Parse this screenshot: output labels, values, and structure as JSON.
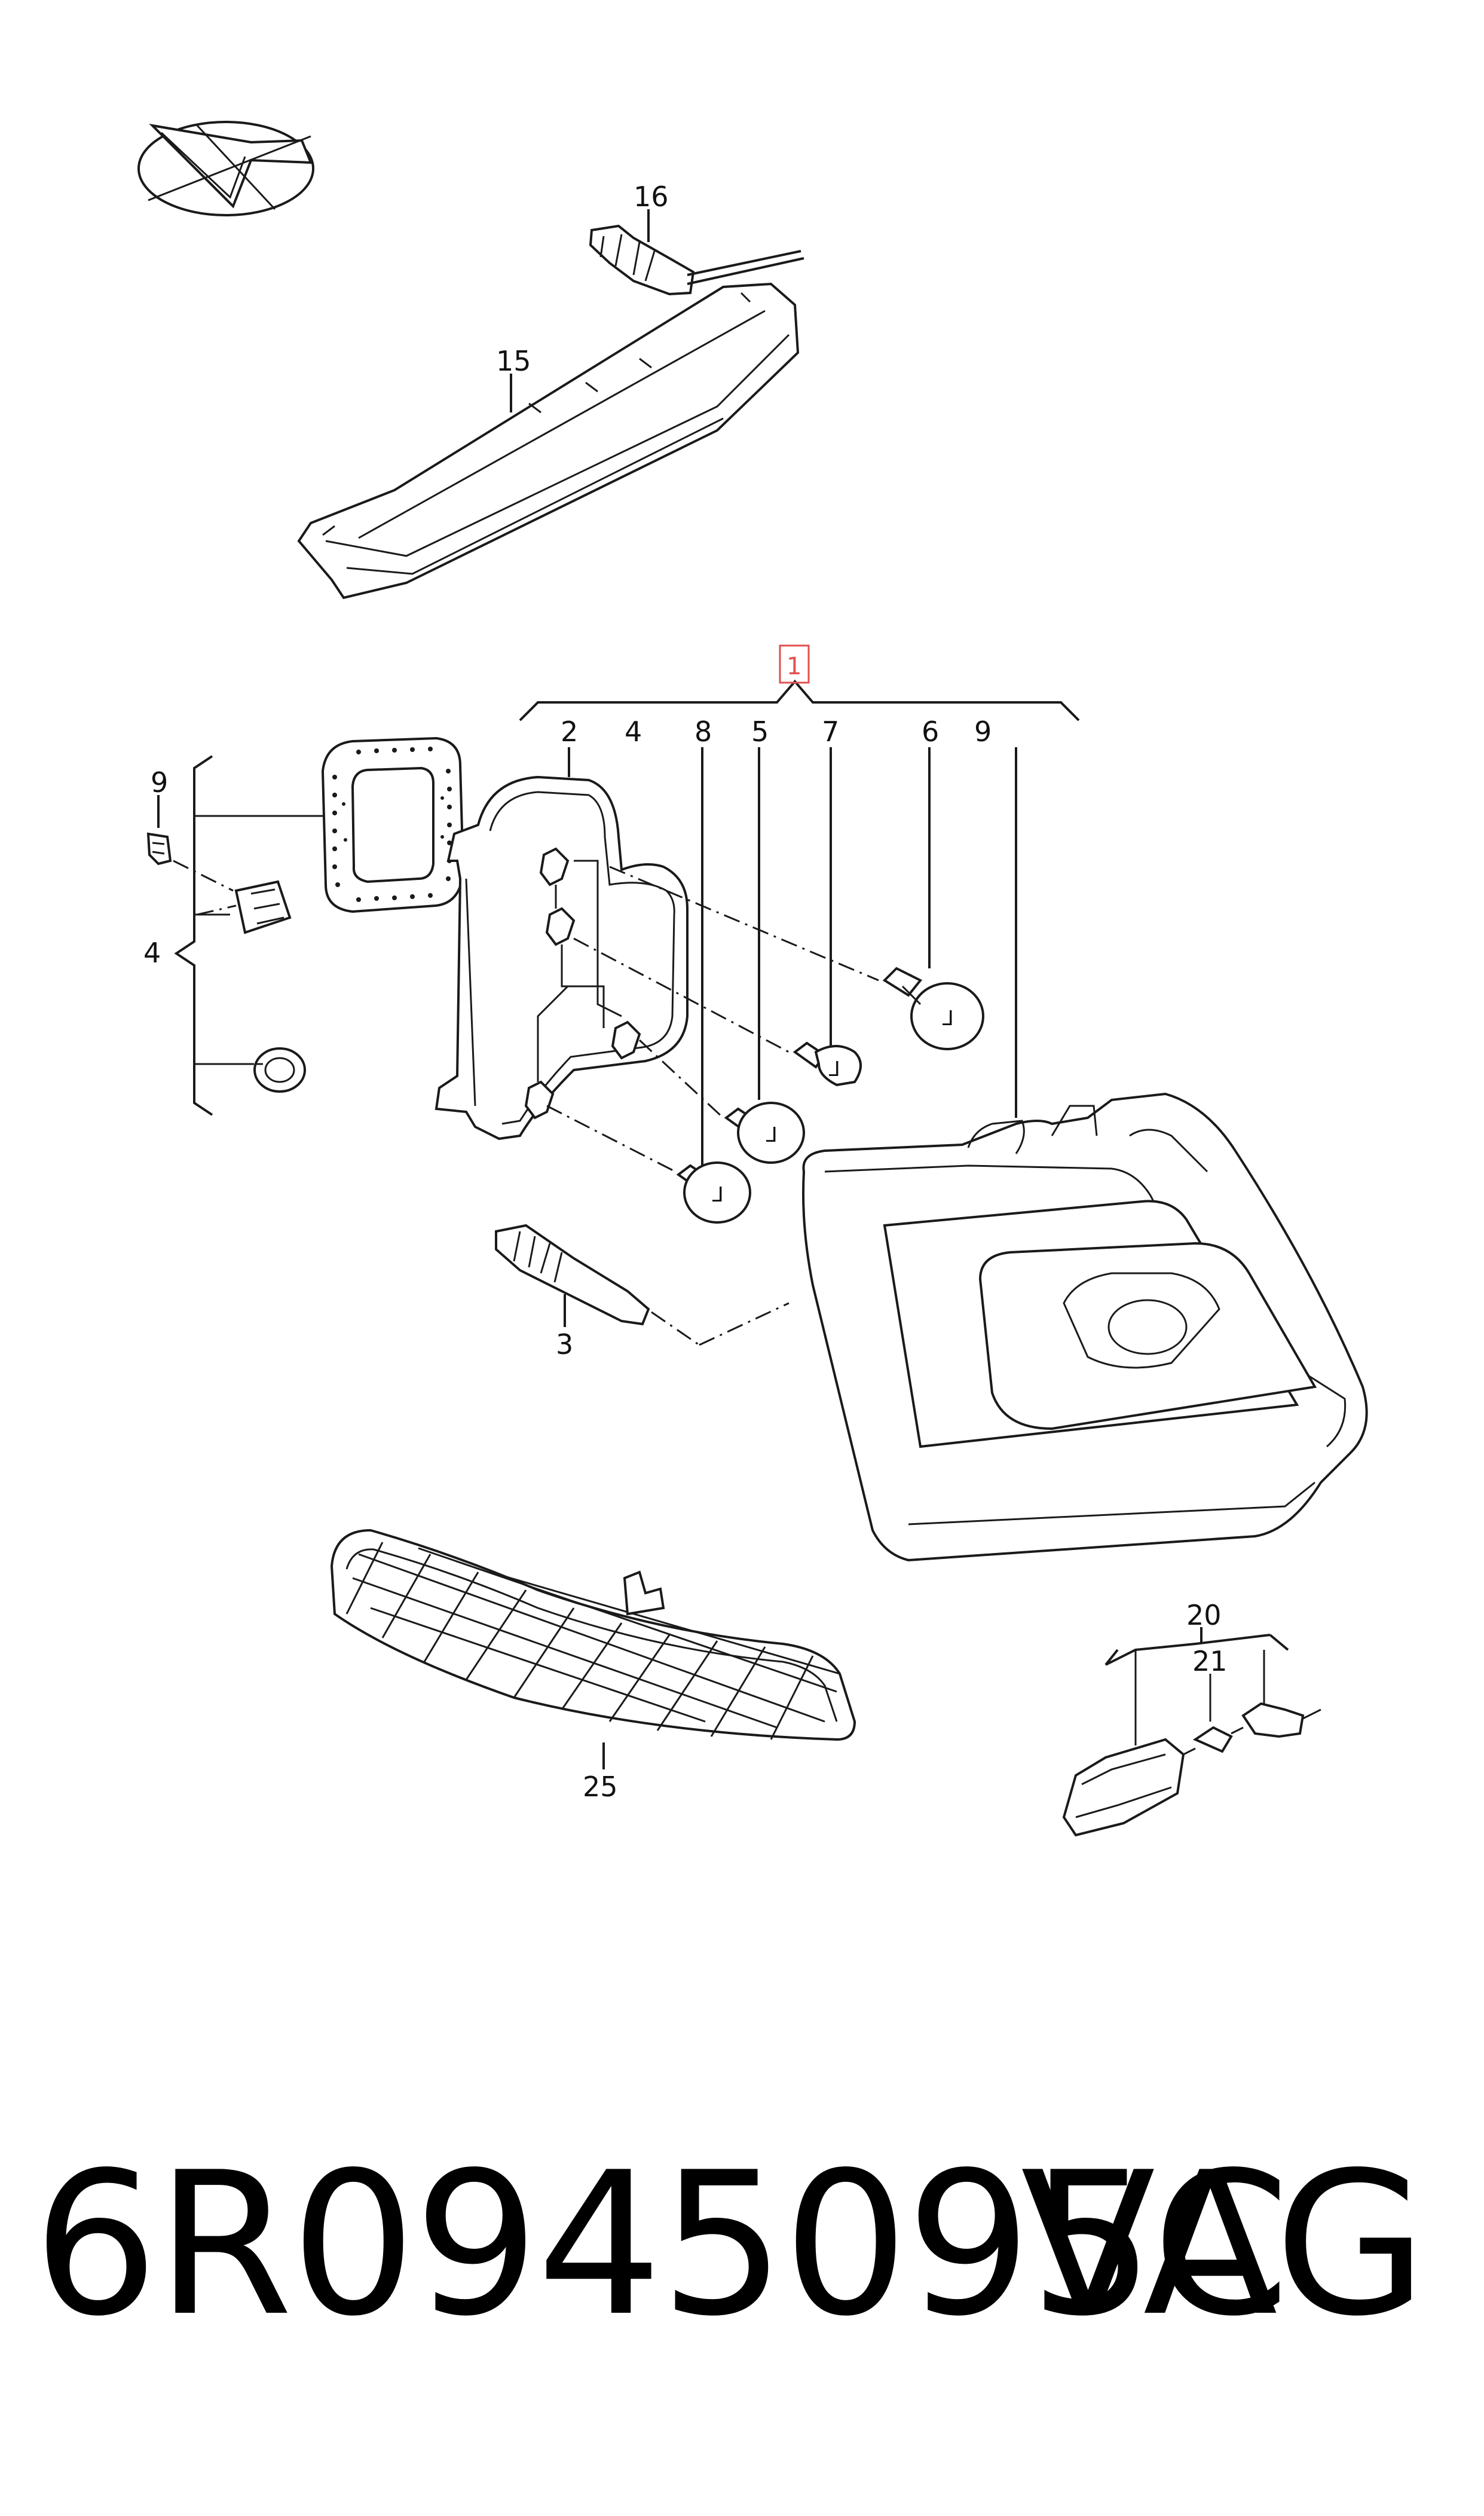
{
  "callouts": {
    "c1": "1",
    "c2": "2",
    "c3": "3",
    "c4_top": "4",
    "c4_side": "4",
    "c5": "5",
    "c6": "6",
    "c7": "7",
    "c8": "8",
    "c9_top": "9",
    "c9_side": "9",
    "c15": "15",
    "c16": "16",
    "c20": "20",
    "c21": "21",
    "c25": "25"
  },
  "footer": {
    "part_number": "6R0945095C",
    "brand": "VAG"
  },
  "colors": {
    "line": "#1a1a1a",
    "highlight_box": "#e05050"
  }
}
